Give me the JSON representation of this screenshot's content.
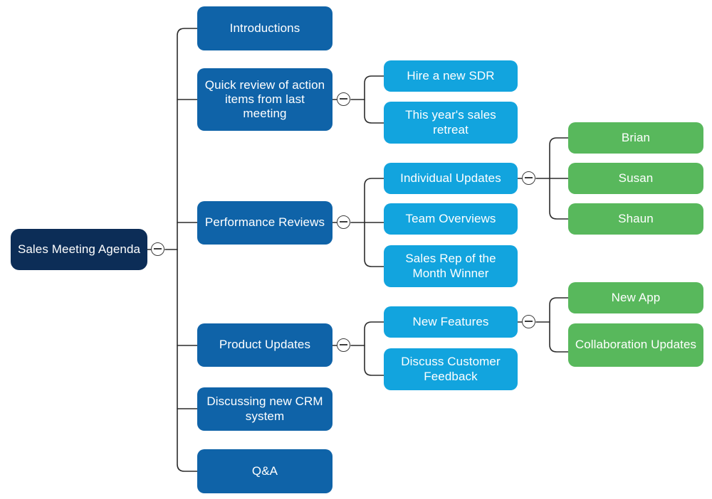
{
  "diagram": {
    "type": "mind-map",
    "title": "Sales Meeting Agenda",
    "orientation": "left-to-right",
    "colors": {
      "root": "#0c2d57",
      "level2": "#0f63a8",
      "level3": "#12a4de",
      "level4": "#58b85c",
      "connector": "#2b2b2b",
      "background": "#ffffff",
      "node_text": "#ffffff"
    },
    "toggle_icon": "minus-circle-icon",
    "toggle_state": "expanded"
  },
  "nodes": {
    "root": {
      "label": "Sales Meeting Agenda",
      "level": 1
    },
    "introductions": {
      "label": "Introductions",
      "level": 2
    },
    "quick_review": {
      "label": "Quick review of action items from last meeting",
      "level": 2
    },
    "hire_sdr": {
      "label": "Hire a new SDR",
      "level": 3
    },
    "sales_retreat": {
      "label": "This year's sales retreat",
      "level": 3
    },
    "performance_reviews": {
      "label": "Performance Reviews",
      "level": 2
    },
    "individual_updates": {
      "label": "Individual Updates",
      "level": 3
    },
    "brian": {
      "label": "Brian",
      "level": 4
    },
    "susan": {
      "label": "Susan",
      "level": 4
    },
    "shaun": {
      "label": "Shaun",
      "level": 4
    },
    "team_overviews": {
      "label": "Team Overviews",
      "level": 3
    },
    "sales_rep_month": {
      "label": "Sales Rep of the Month Winner",
      "level": 3
    },
    "product_updates": {
      "label": "Product Updates",
      "level": 2
    },
    "new_features": {
      "label": "New Features",
      "level": 3
    },
    "new_app": {
      "label": "New App",
      "level": 4
    },
    "collaboration_updates": {
      "label": "Collaboration Updates",
      "level": 4
    },
    "discuss_customer_feedback": {
      "label": "Discuss Customer Feedback",
      "level": 3
    },
    "crm_system": {
      "label": "Discussing new CRM system",
      "level": 2
    },
    "qa": {
      "label": "Q&A",
      "level": 2
    }
  },
  "toggles": {
    "root": "collapse-toggle-root",
    "quick_review": "collapse-toggle-quick-review",
    "performance_reviews": "collapse-toggle-performance-reviews",
    "individual_updates": "collapse-toggle-individual-updates",
    "product_updates": "collapse-toggle-product-updates",
    "new_features": "collapse-toggle-new-features"
  }
}
